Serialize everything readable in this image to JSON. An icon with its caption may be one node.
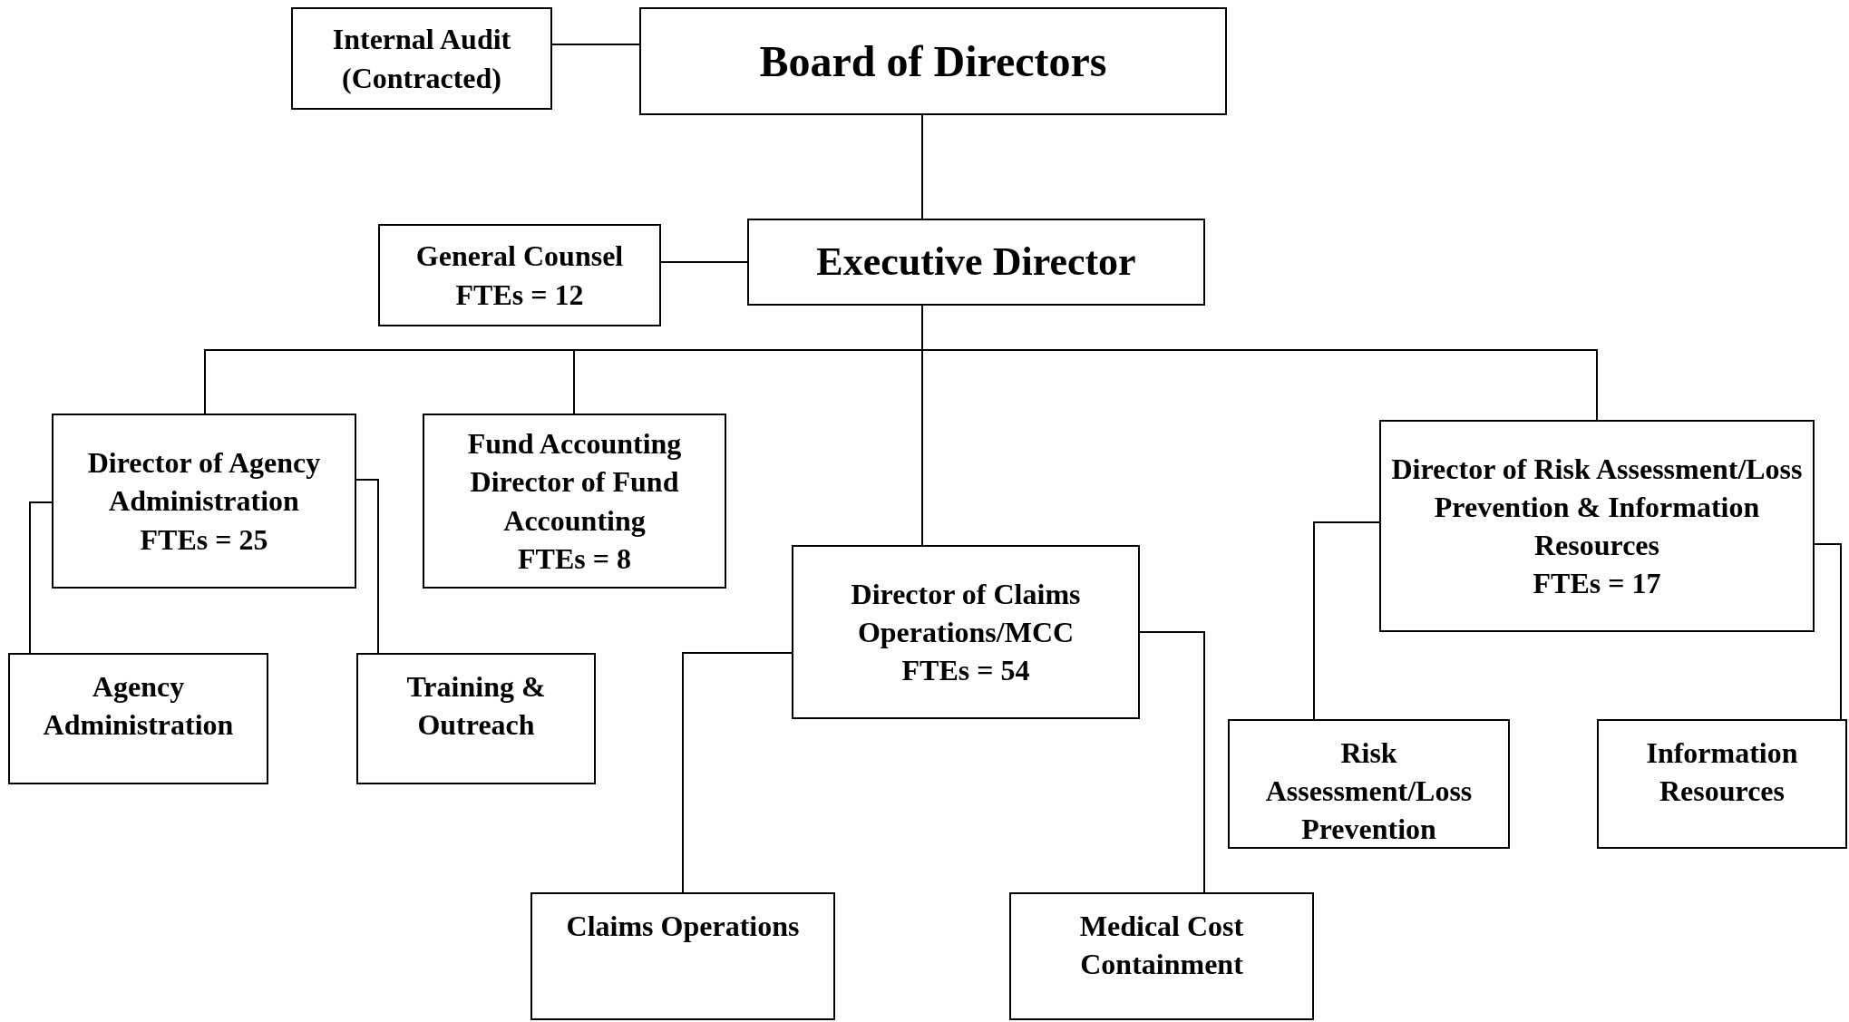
{
  "diagram": {
    "nodes": [
      {
        "text": [
          "Internal Audit (Contracted)"
        ]
      },
      {
        "text": [
          "Board of Directors"
        ]
      },
      {
        "text": [
          "General Counsel",
          "FTEs = 12"
        ]
      },
      {
        "text": [
          "Executive Director"
        ]
      },
      {
        "text": [
          "Director of Agency Administration",
          "FTEs = 25"
        ]
      },
      {
        "text": [
          "Fund Accounting",
          "Director of Fund Accounting",
          "FTEs = 8"
        ]
      },
      {
        "text": [
          "Director of Claims Operations/MCC",
          "FTEs = 54"
        ]
      },
      {
        "text": [
          "Director of Risk Assessment/Loss Prevention & Information Resources",
          "FTEs = 17"
        ]
      },
      {
        "text": [
          "Agency Administration"
        ]
      },
      {
        "text": [
          "Training & Outreach"
        ]
      },
      {
        "text": [
          "Risk Assessment/Loss Prevention"
        ]
      },
      {
        "text": [
          "Information Resources"
        ]
      },
      {
        "text": [
          "Claims Operations"
        ]
      },
      {
        "text": [
          "Medical Cost Containment"
        ]
      }
    ],
    "edges": [
      {
        "from": 0,
        "to": 1,
        "arrow": "none"
      },
      {
        "from": 1,
        "to": 3,
        "arrow": "none"
      },
      {
        "from": 2,
        "to": 3,
        "arrow": "none"
      },
      {
        "from": 3,
        "to": 4,
        "arrow": "none"
      },
      {
        "from": 3,
        "to": 5,
        "arrow": "none"
      },
      {
        "from": 3,
        "to": 6,
        "arrow": "none"
      },
      {
        "from": 3,
        "to": 7,
        "arrow": "none"
      },
      {
        "from": 4,
        "to": 8,
        "arrow": "none"
      },
      {
        "from": 4,
        "to": 9,
        "arrow": "none"
      },
      {
        "from": 7,
        "to": 10,
        "arrow": "none"
      },
      {
        "from": 7,
        "to": 11,
        "arrow": "none"
      },
      {
        "from": 6,
        "to": 12,
        "arrow": "none"
      },
      {
        "from": 6,
        "to": 13,
        "arrow": "none"
      }
    ]
  }
}
